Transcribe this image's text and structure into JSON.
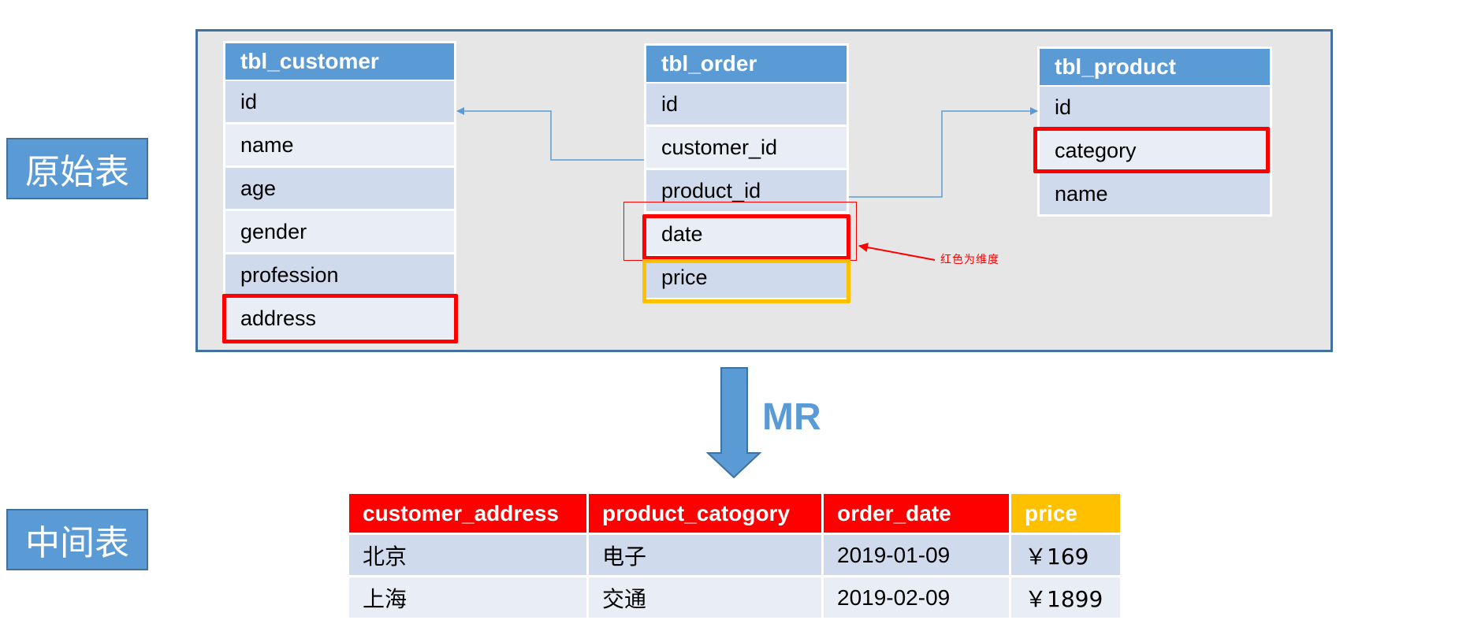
{
  "labels": {
    "original": "原始表",
    "intermediate": "中间表"
  },
  "tables": {
    "customer": {
      "name": "tbl_customer",
      "fields": [
        "id",
        "name",
        "age",
        "gender",
        "profession",
        "address"
      ]
    },
    "order": {
      "name": "tbl_order",
      "fields": [
        "id",
        "customer_id",
        "product_id",
        "date",
        "price"
      ]
    },
    "product": {
      "name": "tbl_product",
      "fields": [
        "id",
        "category",
        "name"
      ]
    }
  },
  "annotation": "红色为维度",
  "arrow_label": "MR",
  "result": {
    "headers": [
      "customer_address",
      "product_catogory",
      "order_date",
      "price"
    ],
    "rows": [
      [
        "北京",
        "电子",
        "2019-01-09",
        "￥169"
      ],
      [
        "上海",
        "交通",
        "2019-02-09",
        "￥1899"
      ]
    ]
  },
  "colors": {
    "header_blue": "#5b9bd5",
    "row_dark": "#cfdaed",
    "row_light": "#e9edf6",
    "dimension_red": "#ff0000",
    "measure_yellow": "#ffc000"
  }
}
